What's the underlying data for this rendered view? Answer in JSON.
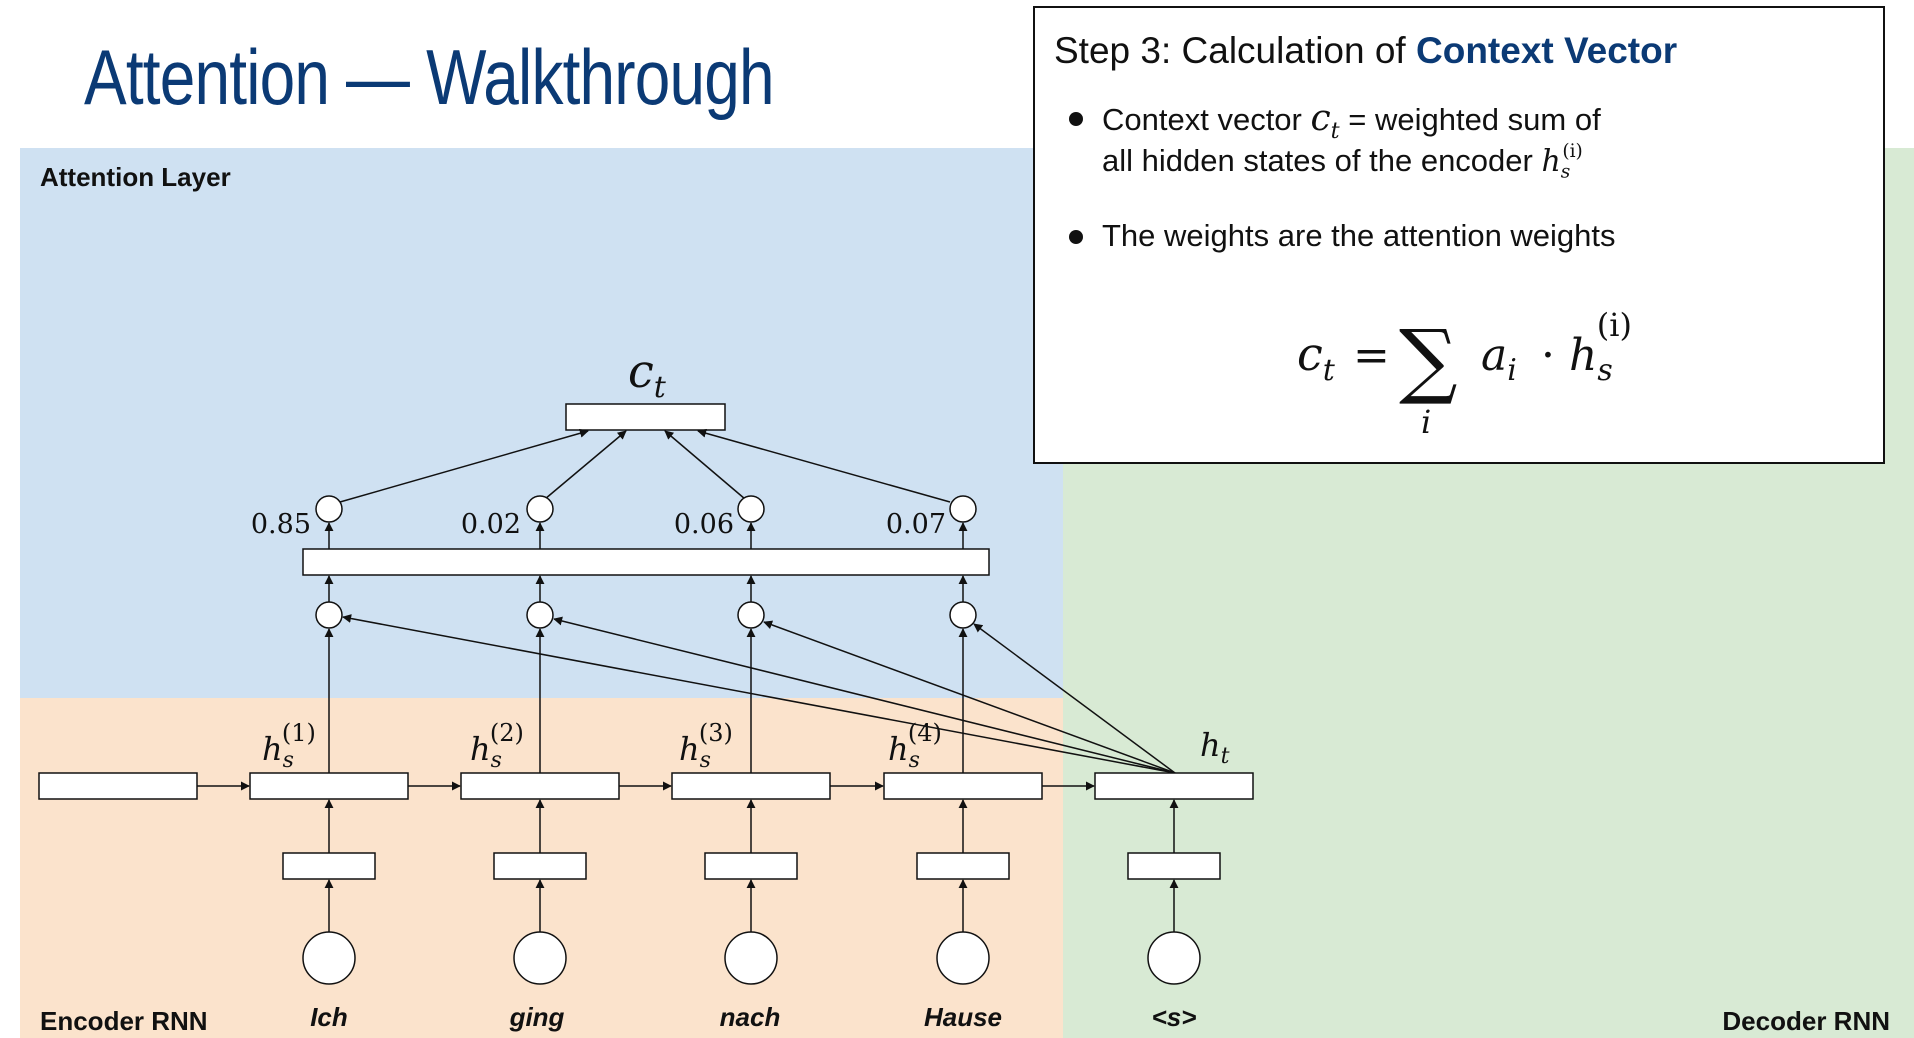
{
  "title": "Attention — Walkthrough",
  "regions": {
    "attention_label": "Attention Layer",
    "encoder_label": "Encoder RNN",
    "decoder_label": "Decoder RNN"
  },
  "colors": {
    "attention_bg": "#cfe1f2",
    "encoder_bg": "#fbe3cc",
    "decoder_bg": "#d8ead4",
    "title": "#0b3a75",
    "highlight": "#0b3a75"
  },
  "diagram": {
    "context_symbol": "c",
    "context_subscript": "t",
    "weights": [
      "0.85",
      "0.02",
      "0.06",
      "0.07"
    ],
    "encoder_hidden_states": [
      {
        "symbol": "h",
        "subscript": "s",
        "superscript": "(1)"
      },
      {
        "symbol": "h",
        "subscript": "s",
        "superscript": "(2)"
      },
      {
        "symbol": "h",
        "subscript": "s",
        "superscript": "(3)"
      },
      {
        "symbol": "h",
        "subscript": "s",
        "superscript": "(4)"
      }
    ],
    "decoder_hidden_state": {
      "symbol": "h",
      "subscript": "t"
    },
    "input_words": [
      "Ich",
      "ging",
      "nach",
      "Hause"
    ],
    "decoder_input": "<s>"
  },
  "info_box": {
    "heading_prefix": "Step 3: Calculation of ",
    "heading_highlight": "Context Vector",
    "bullet1_line1_prefix": "Context vector ",
    "bullet1_math_symbol": "c",
    "bullet1_math_subscript": "t",
    "bullet1_line1_suffix": " = weighted sum of",
    "bullet1_line2_prefix": "all hidden states of the encoder ",
    "bullet1_line2_math_symbol": "h",
    "bullet1_line2_math_subscript": "s",
    "bullet1_line2_math_superscript": "(i)",
    "bullet2": "The weights are the attention weights",
    "formula": {
      "lhs_symbol": "c",
      "lhs_subscript": "t",
      "equals": "=",
      "sum_sign": "∑",
      "sum_index": "i",
      "weight_symbol": "a",
      "weight_subscript": "i",
      "dot": "·",
      "state_symbol": "h",
      "state_subscript": "s",
      "state_superscript": "(i)"
    }
  }
}
